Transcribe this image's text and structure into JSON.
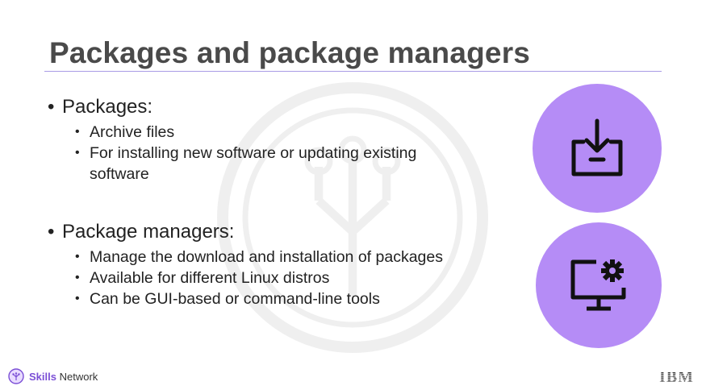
{
  "slide": {
    "title": "Packages and package managers",
    "bullets": [
      {
        "label": "Packages:",
        "items": [
          "Archive files",
          "For installing new software or updating existing software"
        ]
      },
      {
        "label": "Package managers:",
        "items": [
          "Manage the download and installation of packages",
          "Available for different Linux distros",
          "Can be GUI-based or command-line tools"
        ]
      }
    ],
    "icons": [
      "download-icon",
      "computer-settings-icon"
    ]
  },
  "footer": {
    "brand_bold": "Skills",
    "brand_rest": "Network",
    "company": "IBM"
  },
  "colors": {
    "accent": "#b58cf6",
    "title": "#4a4a4a",
    "rule": "#a99be6",
    "brand": "#7b4fd6"
  }
}
